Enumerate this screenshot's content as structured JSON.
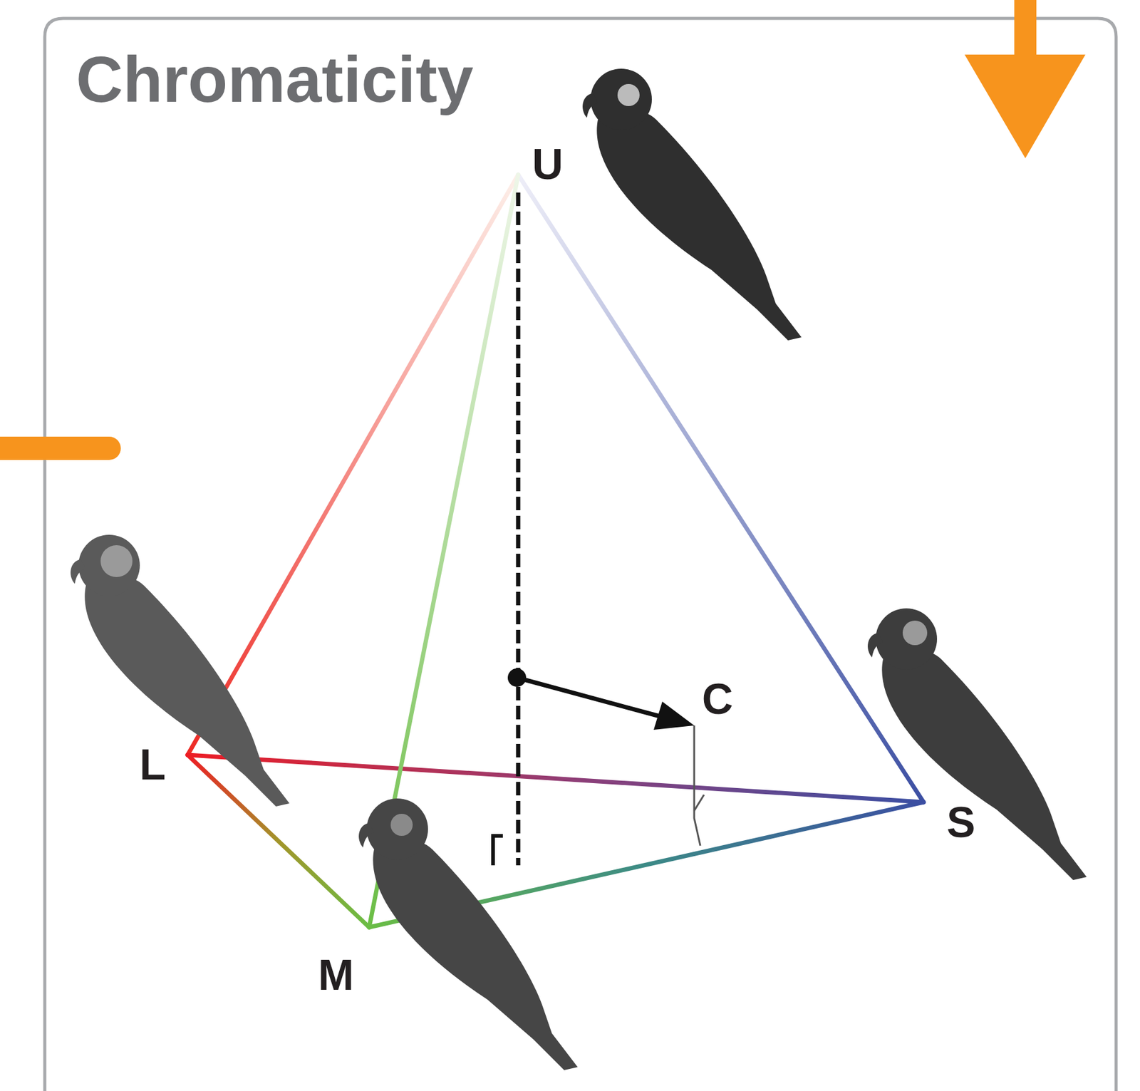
{
  "diagram": {
    "title": "Chromaticity",
    "labels": [
      "U",
      "L",
      "M",
      "S",
      "C"
    ]
  }
}
